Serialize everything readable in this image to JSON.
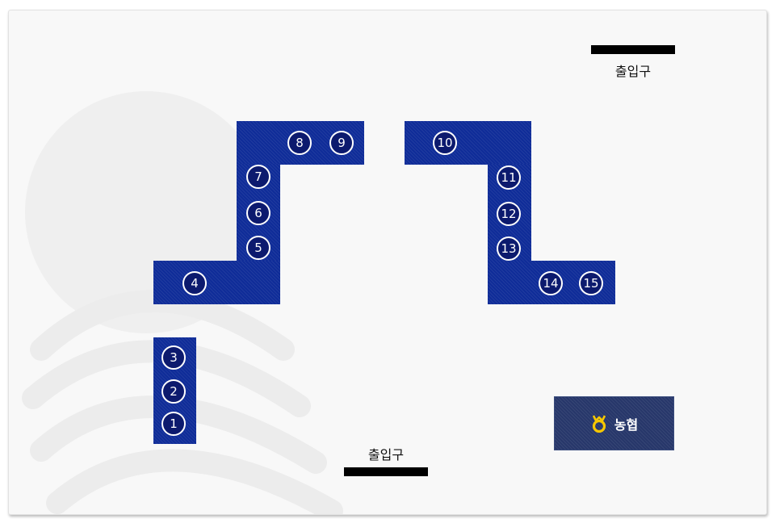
{
  "entrances": {
    "top_label": "출입구",
    "bottom_label": "출입구"
  },
  "booths": {
    "b1": "1",
    "b2": "2",
    "b3": "3",
    "b4": "4",
    "b5": "5",
    "b6": "6",
    "b7": "7",
    "b8": "8",
    "b9": "9",
    "b10": "10",
    "b11": "11",
    "b12": "12",
    "b13": "13",
    "b14": "14",
    "b15": "15"
  },
  "bank": {
    "label": "농협",
    "icon": "nonghyup-logo-icon"
  },
  "colors": {
    "block": "#0f2c98",
    "booth_circle": "#0c1a6e",
    "bank_box": "#27376a",
    "bank_logo": "#f6c700",
    "entrance_bar": "#000000"
  }
}
